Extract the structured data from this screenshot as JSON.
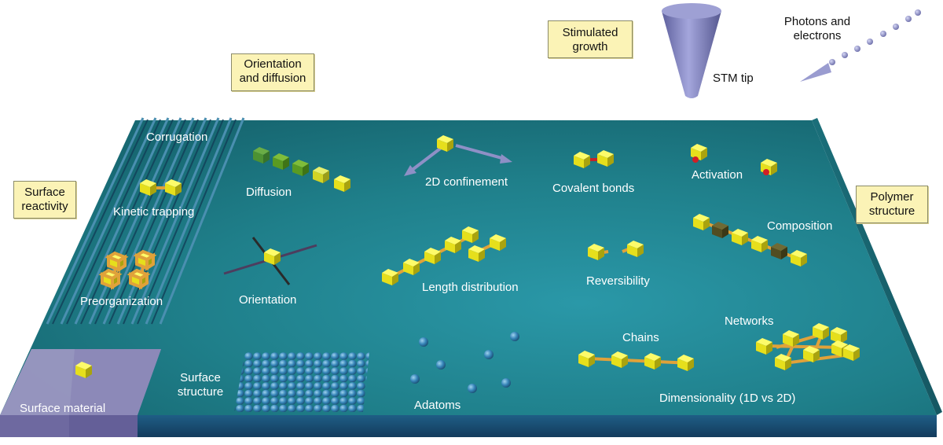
{
  "callouts": {
    "orientation_diffusion": [
      "Orientation",
      "and diffusion"
    ],
    "stimulated_growth": [
      "Stimulated",
      "growth"
    ],
    "surface_reactivity": [
      "Surface",
      "reactivity"
    ],
    "polymer_structure": [
      "Polymer",
      "structure"
    ]
  },
  "labels": {
    "photons_electrons": [
      "Photons and",
      "electrons"
    ],
    "stm_tip": "STM tip",
    "corrugation": "Corrugation",
    "kinetic_trapping": "Kinetic trapping",
    "preorganization": "Preorganization",
    "surface_material": "Surface material",
    "diffusion": "Diffusion",
    "orientation": "Orientation",
    "surface_structure": [
      "Surface",
      "structure"
    ],
    "confinement_2d": "2D confinement",
    "length_distribution": "Length distribution",
    "adatoms": "Adatoms",
    "covalent_bonds": "Covalent bonds",
    "reversibility": "Reversibility",
    "chains": "Chains",
    "activation": "Activation",
    "composition": "Composition",
    "networks": "Networks",
    "dimensionality": "Dimensionality (1D vs 2D)"
  },
  "colors": {
    "surface_top": "#1f7f8a",
    "surface_front": "#1a4f75",
    "material_block": "#8d87b3",
    "monomer": "#e8e21c",
    "bond": "#e0a23a",
    "adatom": "#2f7fb0",
    "tip": "#7d7fc0",
    "callout_fill": "#fbf3b6"
  }
}
